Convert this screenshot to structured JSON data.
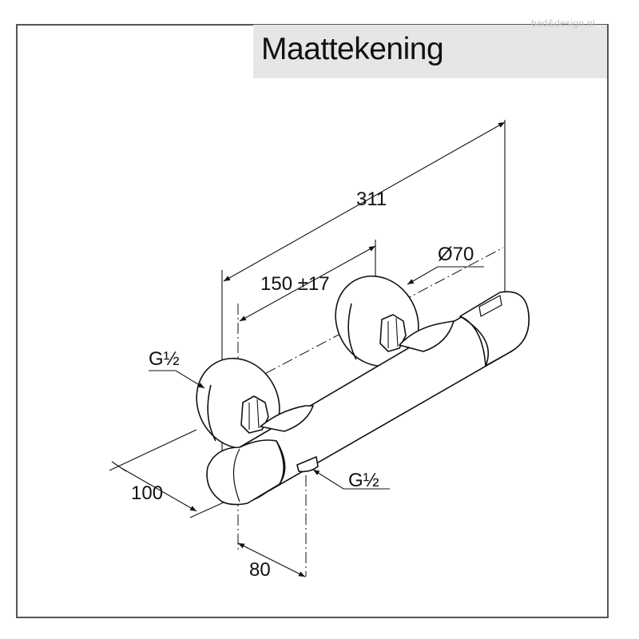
{
  "title": "Maattekening",
  "watermark": "bad&design.nl",
  "dimensions": {
    "overall_length": "311",
    "inlet_spacing": "150 ±17",
    "rosette_diameter": "Ø70",
    "inlet_left_thread": "G½",
    "outlet_thread": "G½",
    "projection": "100",
    "outlet_offset": "80"
  },
  "colors": {
    "frame": "#555555",
    "title_background": "#e6e6e6",
    "line": "#111111",
    "body": "#ffffff"
  }
}
